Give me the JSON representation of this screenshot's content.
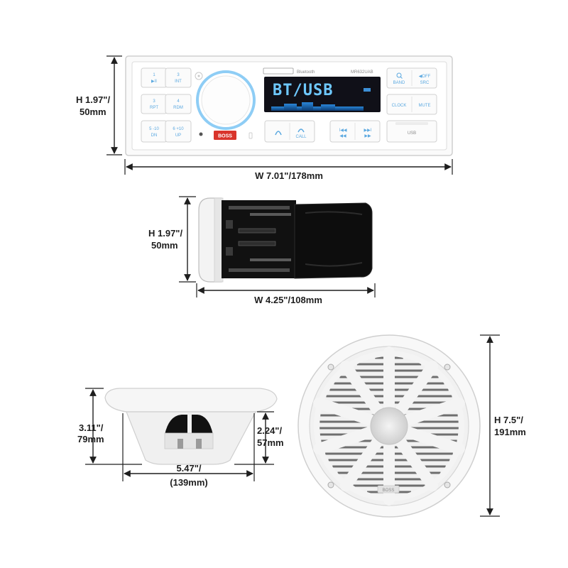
{
  "radio_front": {
    "height_label": [
      "H 1.97\"/",
      "50mm"
    ],
    "width_label": "W 7.01\"/178mm",
    "display_text": "BT/USB",
    "bluetooth_text": "Bluetooth",
    "model_text": "MR632UAB",
    "brand_text": "BOSS",
    "usb_text": "USB",
    "keys_left": [
      {
        "num": "1",
        "sub": "▶II"
      },
      {
        "num": "3",
        "sub": "INT"
      },
      {
        "num": "3",
        "sub": "RPT"
      },
      {
        "num": "4",
        "sub": "RDM"
      },
      {
        "num": "5 -10",
        "sub": "DN"
      },
      {
        "num": "6 +10",
        "sub": "UP"
      }
    ],
    "keys_center": [
      {
        "num": "",
        "sub": "CALL"
      },
      {
        "num": "I◀◀",
        "sub": "◀◀"
      },
      {
        "num": "▶▶I",
        "sub": "▶▶"
      }
    ],
    "keys_right": [
      {
        "num": "BAND",
        "sub": ""
      },
      {
        "num": "SRC",
        "sub": "◀OFF"
      },
      {
        "num": "CLOCK",
        "sub": ""
      },
      {
        "num": "MUTE",
        "sub": ""
      }
    ],
    "colors": {
      "lcd": "#101018",
      "lcd_text": "#6ec8ff",
      "ring": "#8ecdf5",
      "brand": "#d9342b"
    }
  },
  "radio_side": {
    "height_label": [
      "H 1.97\"/",
      "50mm"
    ],
    "width_label": "W 4.25\"/108mm"
  },
  "speaker_side": {
    "height_label": [
      "3.11\"/",
      "79mm"
    ],
    "inner_height_label": [
      "2.24\"/",
      "57mm"
    ],
    "width_label": [
      "5.47\"/",
      "(139mm)"
    ]
  },
  "speaker_front": {
    "height_label": [
      "H 7.5\"/",
      "191mm"
    ],
    "brand_text": "BOSS"
  }
}
